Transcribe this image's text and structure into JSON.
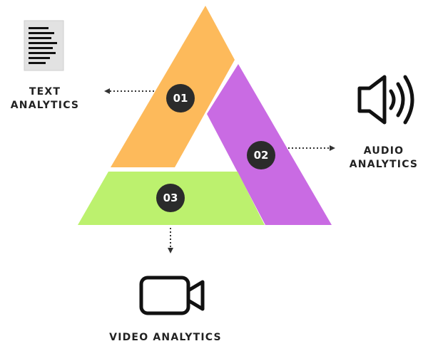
{
  "segments": [
    {
      "number": "01",
      "color": "#FDBA5B"
    },
    {
      "number": "02",
      "color": "#C96BE3"
    },
    {
      "number": "03",
      "color": "#BCF16E"
    }
  ],
  "labels": {
    "text": [
      "TEXT",
      "ANALYTICS"
    ],
    "audio": [
      "AUDIO",
      "ANALYTICS"
    ],
    "video": "VIDEO ANALYTICS"
  },
  "icons": {
    "text": "document-icon",
    "audio": "speaker-icon",
    "video": "video-camera-icon"
  },
  "colors": {
    "badge": "#2B2B2B",
    "text": "#222222",
    "connector": "#333333"
  }
}
